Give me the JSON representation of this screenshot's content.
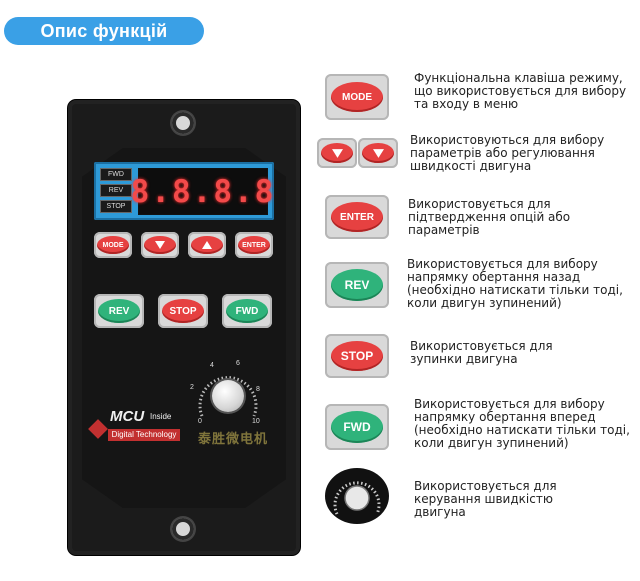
{
  "title": "Опис функцій",
  "device": {
    "indicators": [
      "FWD",
      "REV",
      "STOP"
    ],
    "display_value": "8.8.8.8",
    "buttons": {
      "mode": "MODE",
      "enter": "ENTER",
      "rev": "REV",
      "stop": "STOP",
      "fwd": "FWD"
    },
    "knob_scale": [
      "0",
      "2",
      "4",
      "6",
      "8",
      "10"
    ],
    "brand_mcu": "MCU",
    "brand_inside": "Inside",
    "brand_tech": "Digital Technology",
    "watermark": "泰胜微电机"
  },
  "functions": [
    {
      "key": "MODE",
      "text": "Функціональна клавіша режиму, що використовується для вибору та входу в меню"
    },
    {
      "key": "arrows",
      "text": "Використовуються для вибору параметрів або регулювання швидкості двигуна"
    },
    {
      "key": "ENTER",
      "text": "Використовується для підтвердження опцій або параметрів"
    },
    {
      "key": "REV",
      "text": "Використовується для вибору напрямку обертання назад (необхідно натискати тільки тоді, коли двигун зупинений)"
    },
    {
      "key": "STOP",
      "text": "Використовується для зупинки двигуна"
    },
    {
      "key": "FWD",
      "text": "Використовується для вибору напрямку обертання вперед (необхідно натискати тільки тоді, коли двигун зупинений)"
    },
    {
      "key": "knob",
      "text": "Використовується для керування швидкістю двигуна"
    }
  ],
  "colors": {
    "accent_blue": "#3aa0e6",
    "key_red": "#e64141",
    "key_green": "#2fb37b",
    "display_blue": "#2e9ad8"
  }
}
